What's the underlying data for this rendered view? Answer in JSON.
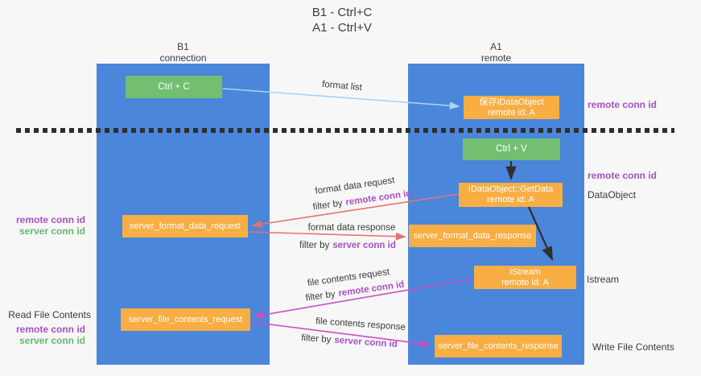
{
  "title": {
    "line1": "B1 - Ctrl+C",
    "line2": "A1 - Ctrl+V"
  },
  "lanes": {
    "left": {
      "name": "B1",
      "role": "connection"
    },
    "right": {
      "name": "A1",
      "role": "remote"
    }
  },
  "boxes": {
    "ctrl_c": {
      "label": "Ctrl + C"
    },
    "save_idataobject": {
      "line1": "保存IDataObject",
      "line2": "remote id: A"
    },
    "ctrl_v": {
      "label": "Ctrl + V"
    },
    "getdata": {
      "line1": "IDataObject::GetData",
      "line2": "remote id: A"
    },
    "format_request": {
      "label": "server_format_data_request"
    },
    "format_response": {
      "label": "server_format_data_response"
    },
    "istream": {
      "line1": "IStream",
      "line2": "remote id: A"
    },
    "file_request": {
      "label": "server_file_contents_request"
    },
    "file_response": {
      "label": "server_file_contents_response"
    }
  },
  "side_labels": {
    "remote_conn_id_top": "remote conn id",
    "remote_conn_id_mid": "remote conn id",
    "dataobject": "DataObject",
    "istream": "Istream",
    "write_file_contents": "Write File Contents",
    "read_file_contents": "Read File Contents",
    "left_remote_conn_id_1": "remote conn id",
    "left_server_conn_id_1": "server conn id",
    "left_remote_conn_id_2": "remote conn id",
    "left_server_conn_id_2": "server conn id"
  },
  "arrow_labels": {
    "format_list": "format list",
    "format_data_request": "format data request",
    "format_data_request_filter_prefix": "filter by",
    "format_data_request_filter_id": "remote conn id",
    "format_data_response": "format data response",
    "format_data_response_filter_prefix": "filter by",
    "format_data_response_filter_id": "server conn id",
    "file_contents_request": "file contents request",
    "file_contents_request_filter_prefix": "filter by",
    "file_contents_request_filter_id": "remote conn id",
    "file_contents_response": "file contents response",
    "file_contents_response_filter_prefix": "filter by",
    "file_contents_response_filter_id": "server conn id"
  },
  "colors": {
    "lane_blue": "#4a86d9",
    "box_green": "#72bf72",
    "box_orange": "#f9ae43",
    "purple_text": "#a94fc8",
    "green_text": "#65bb6a",
    "arrow_lightblue": "#a9d3f0",
    "arrow_red": "#e97070",
    "arrow_magenta": "#cb4fc4",
    "arrow_black": "#2f2f2f",
    "background": "#f7f7f8"
  }
}
